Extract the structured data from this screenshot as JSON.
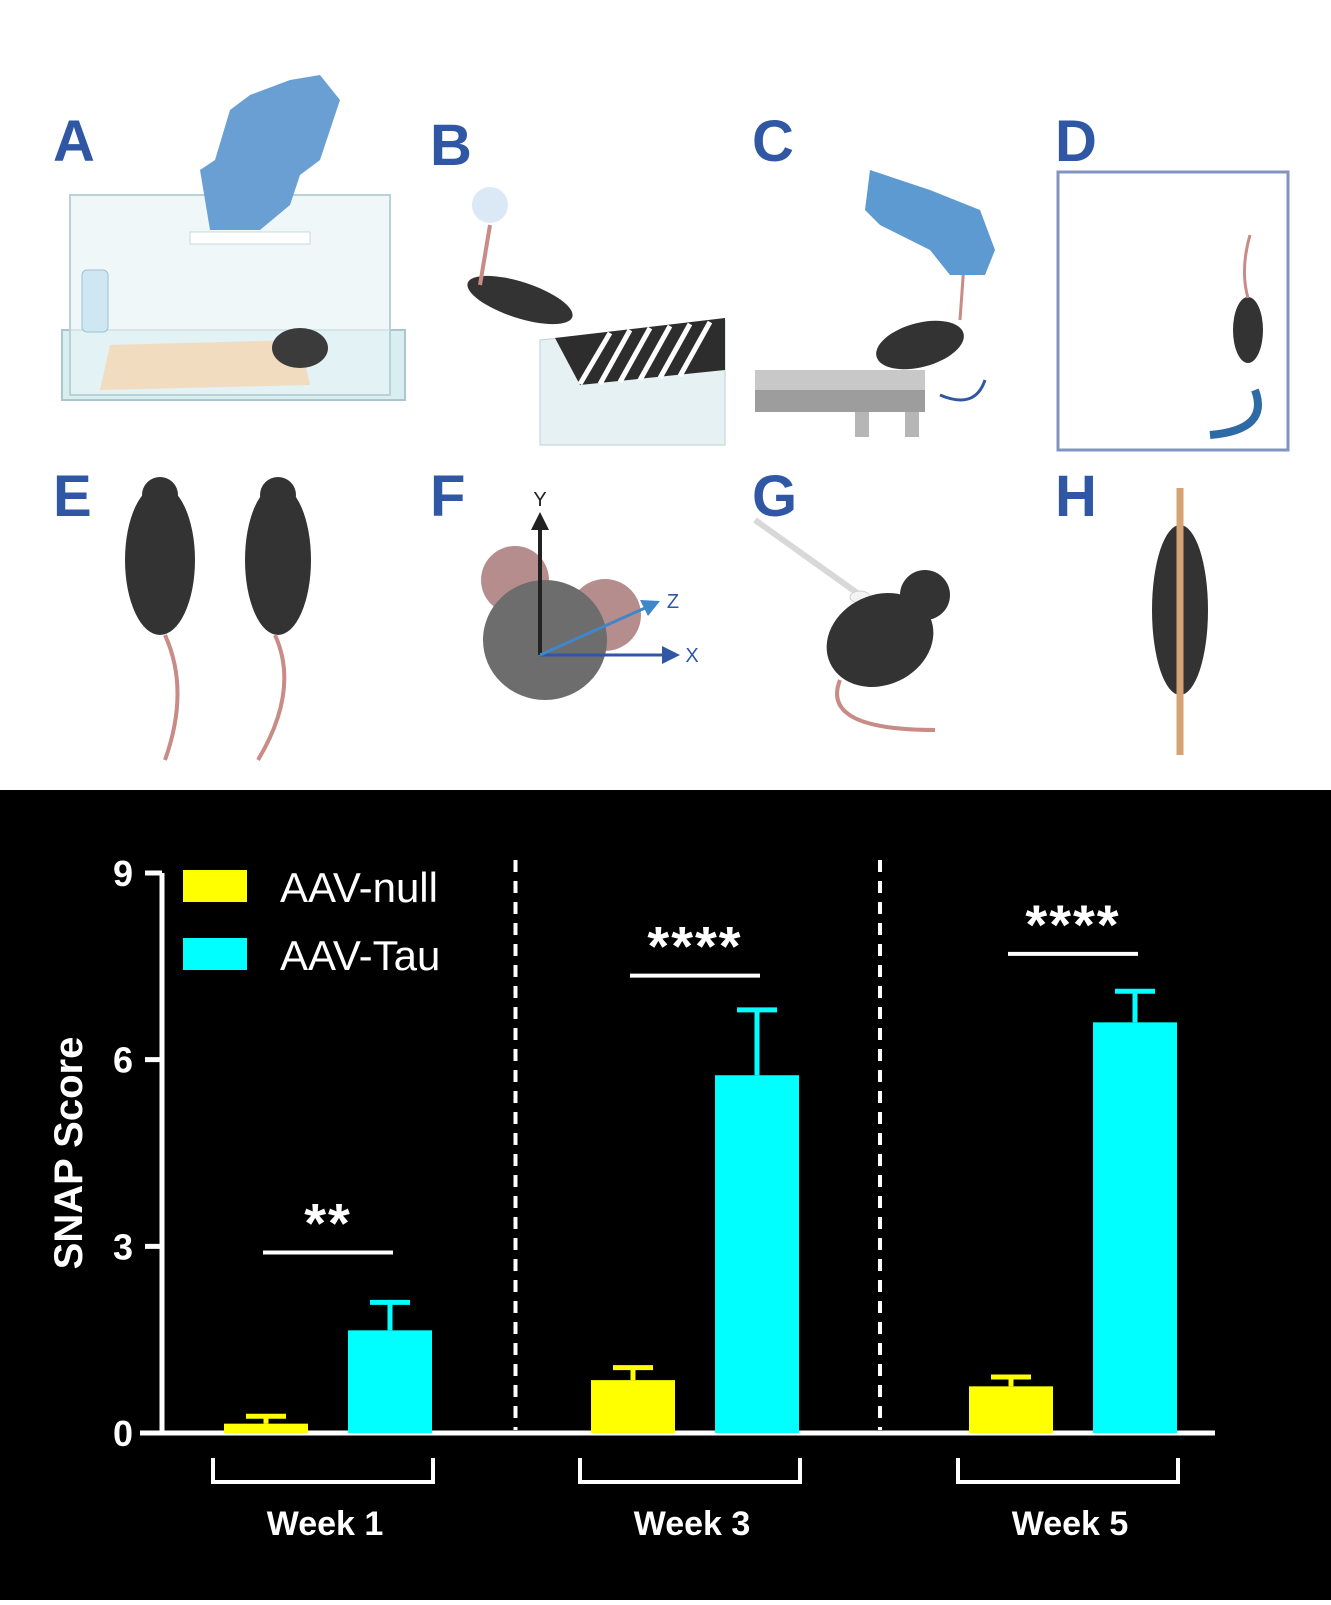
{
  "panels": {
    "letters": [
      "A",
      "B",
      "C",
      "D",
      "E",
      "F",
      "G",
      "H"
    ],
    "axis_labels": {
      "y": "Y",
      "z": "Z",
      "x": "X"
    },
    "letter_color": "#2f57a4"
  },
  "chart_data": {
    "type": "bar",
    "ylabel": "SNAP Score",
    "ylim": [
      0,
      9
    ],
    "yticks": [
      0,
      3,
      6,
      9
    ],
    "grid": false,
    "legend_position": "top-left",
    "categories": [
      "Week 1",
      "Week 3",
      "Week 5"
    ],
    "series": [
      {
        "name": "AAV-null",
        "color": "#ffff00",
        "values": [
          0.15,
          0.85,
          0.75
        ],
        "errors": [
          0.12,
          0.2,
          0.15
        ]
      },
      {
        "name": "AAV-Tau",
        "color": "#00ffff",
        "values": [
          1.65,
          5.75,
          6.6
        ],
        "errors": [
          0.45,
          1.05,
          0.5
        ]
      }
    ],
    "significance": [
      "**",
      "****",
      "****"
    ],
    "significance_heights": [
      2.9,
      7.35,
      7.7
    ]
  }
}
